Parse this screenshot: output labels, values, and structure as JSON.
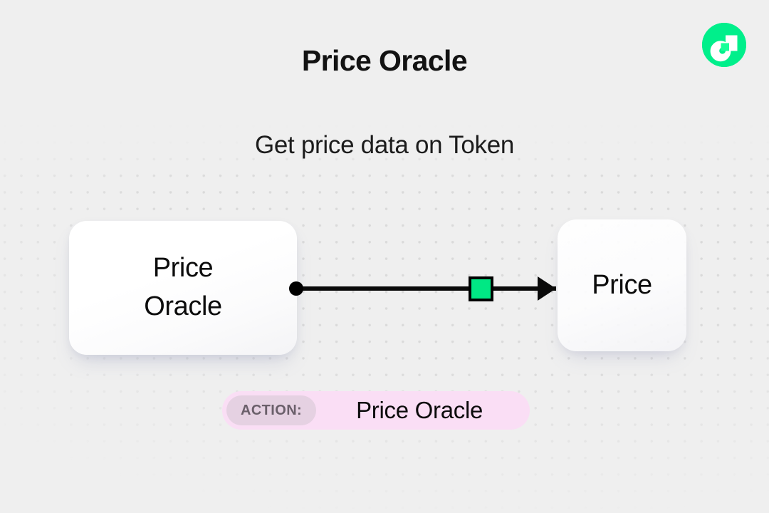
{
  "header": {
    "title": "Price Oracle",
    "subtitle": "Get price data on Token",
    "logo_icon": "flow-logo-icon",
    "logo_color": "#00ef8b"
  },
  "diagram": {
    "source_node": {
      "label": "Price\nOracle",
      "handle_icon": "connection-dot-icon"
    },
    "edge": {
      "badge_icon": "green-square-node-icon",
      "badge_color": "#00e884",
      "arrow_icon": "arrow-right-icon",
      "line_color": "#0a0a0a"
    },
    "target_node": {
      "label": "Price"
    }
  },
  "action_bar": {
    "tag_label": "ACTION:",
    "value": "Price Oracle",
    "pill_color": "#fadef5",
    "tag_color": "#e5d1e2"
  },
  "background": {
    "color": "#efefef",
    "dot_color": "#dadada"
  }
}
